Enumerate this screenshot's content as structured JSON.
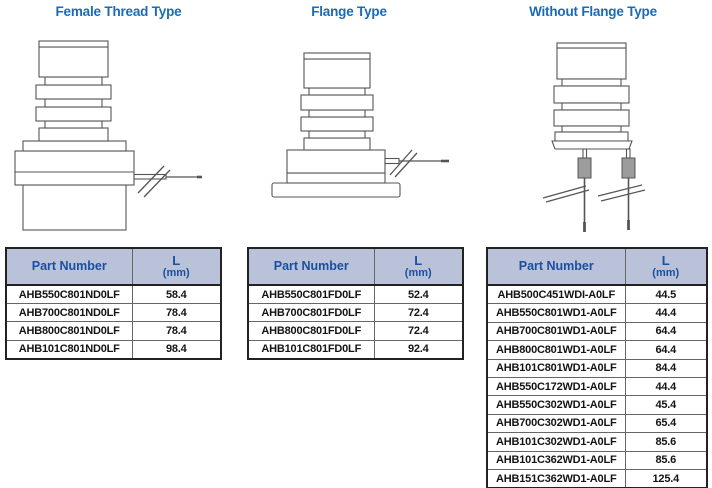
{
  "colors": {
    "title_blue": "#1c6ab3",
    "header_text_blue": "#1b4fa0",
    "header_bg": "#b9c2d8",
    "table_border": "#222222",
    "diagram_stroke": "#555555",
    "sleeve_gray": "#9c9c9c"
  },
  "sections": [
    {
      "title": "Female Thread Type",
      "diagram": "female-thread-type-drawing",
      "table": {
        "headers": {
          "part": "Part Number",
          "l": "L",
          "l_unit": "(mm)"
        },
        "rows": [
          {
            "part": "AHB550C801ND0LF",
            "l": "58.4"
          },
          {
            "part": "AHB700C801ND0LF",
            "l": "78.4"
          },
          {
            "part": "AHB800C801ND0LF",
            "l": "78.4"
          },
          {
            "part": "AHB101C801ND0LF",
            "l": "98.4"
          }
        ]
      }
    },
    {
      "title": "Flange Type",
      "diagram": "flange-type-drawing",
      "table": {
        "headers": {
          "part": "Part Number",
          "l": "L",
          "l_unit": "(mm)"
        },
        "rows": [
          {
            "part": "AHB550C801FD0LF",
            "l": "52.4"
          },
          {
            "part": "AHB700C801FD0LF",
            "l": "72.4"
          },
          {
            "part": "AHB800C801FD0LF",
            "l": "72.4"
          },
          {
            "part": "AHB101C801FD0LF",
            "l": "92.4"
          }
        ]
      }
    },
    {
      "title": "Without Flange Type",
      "diagram": "without-flange-type-drawing",
      "table": {
        "headers": {
          "part": "Part Number",
          "l": "L",
          "l_unit": "(mm)"
        },
        "rows": [
          {
            "part": "AHB500C451WDI-A0LF",
            "l": "44.5"
          },
          {
            "part": "AHB550C801WD1-A0LF",
            "l": "44.4"
          },
          {
            "part": "AHB700C801WD1-A0LF",
            "l": "64.4"
          },
          {
            "part": "AHB800C801WD1-A0LF",
            "l": "64.4"
          },
          {
            "part": "AHB101C801WD1-A0LF",
            "l": "84.4"
          },
          {
            "part": "AHB550C172WD1-A0LF",
            "l": "44.4"
          },
          {
            "part": "AHB550C302WD1-A0LF",
            "l": "45.4"
          },
          {
            "part": "AHB700C302WD1-A0LF",
            "l": "65.4"
          },
          {
            "part": "AHB101C302WD1-A0LF",
            "l": "85.6"
          },
          {
            "part": "AHB101C362WD1-A0LF",
            "l": "85.6"
          },
          {
            "part": "AHB151C362WD1-A0LF",
            "l": "125.4"
          }
        ]
      }
    }
  ]
}
